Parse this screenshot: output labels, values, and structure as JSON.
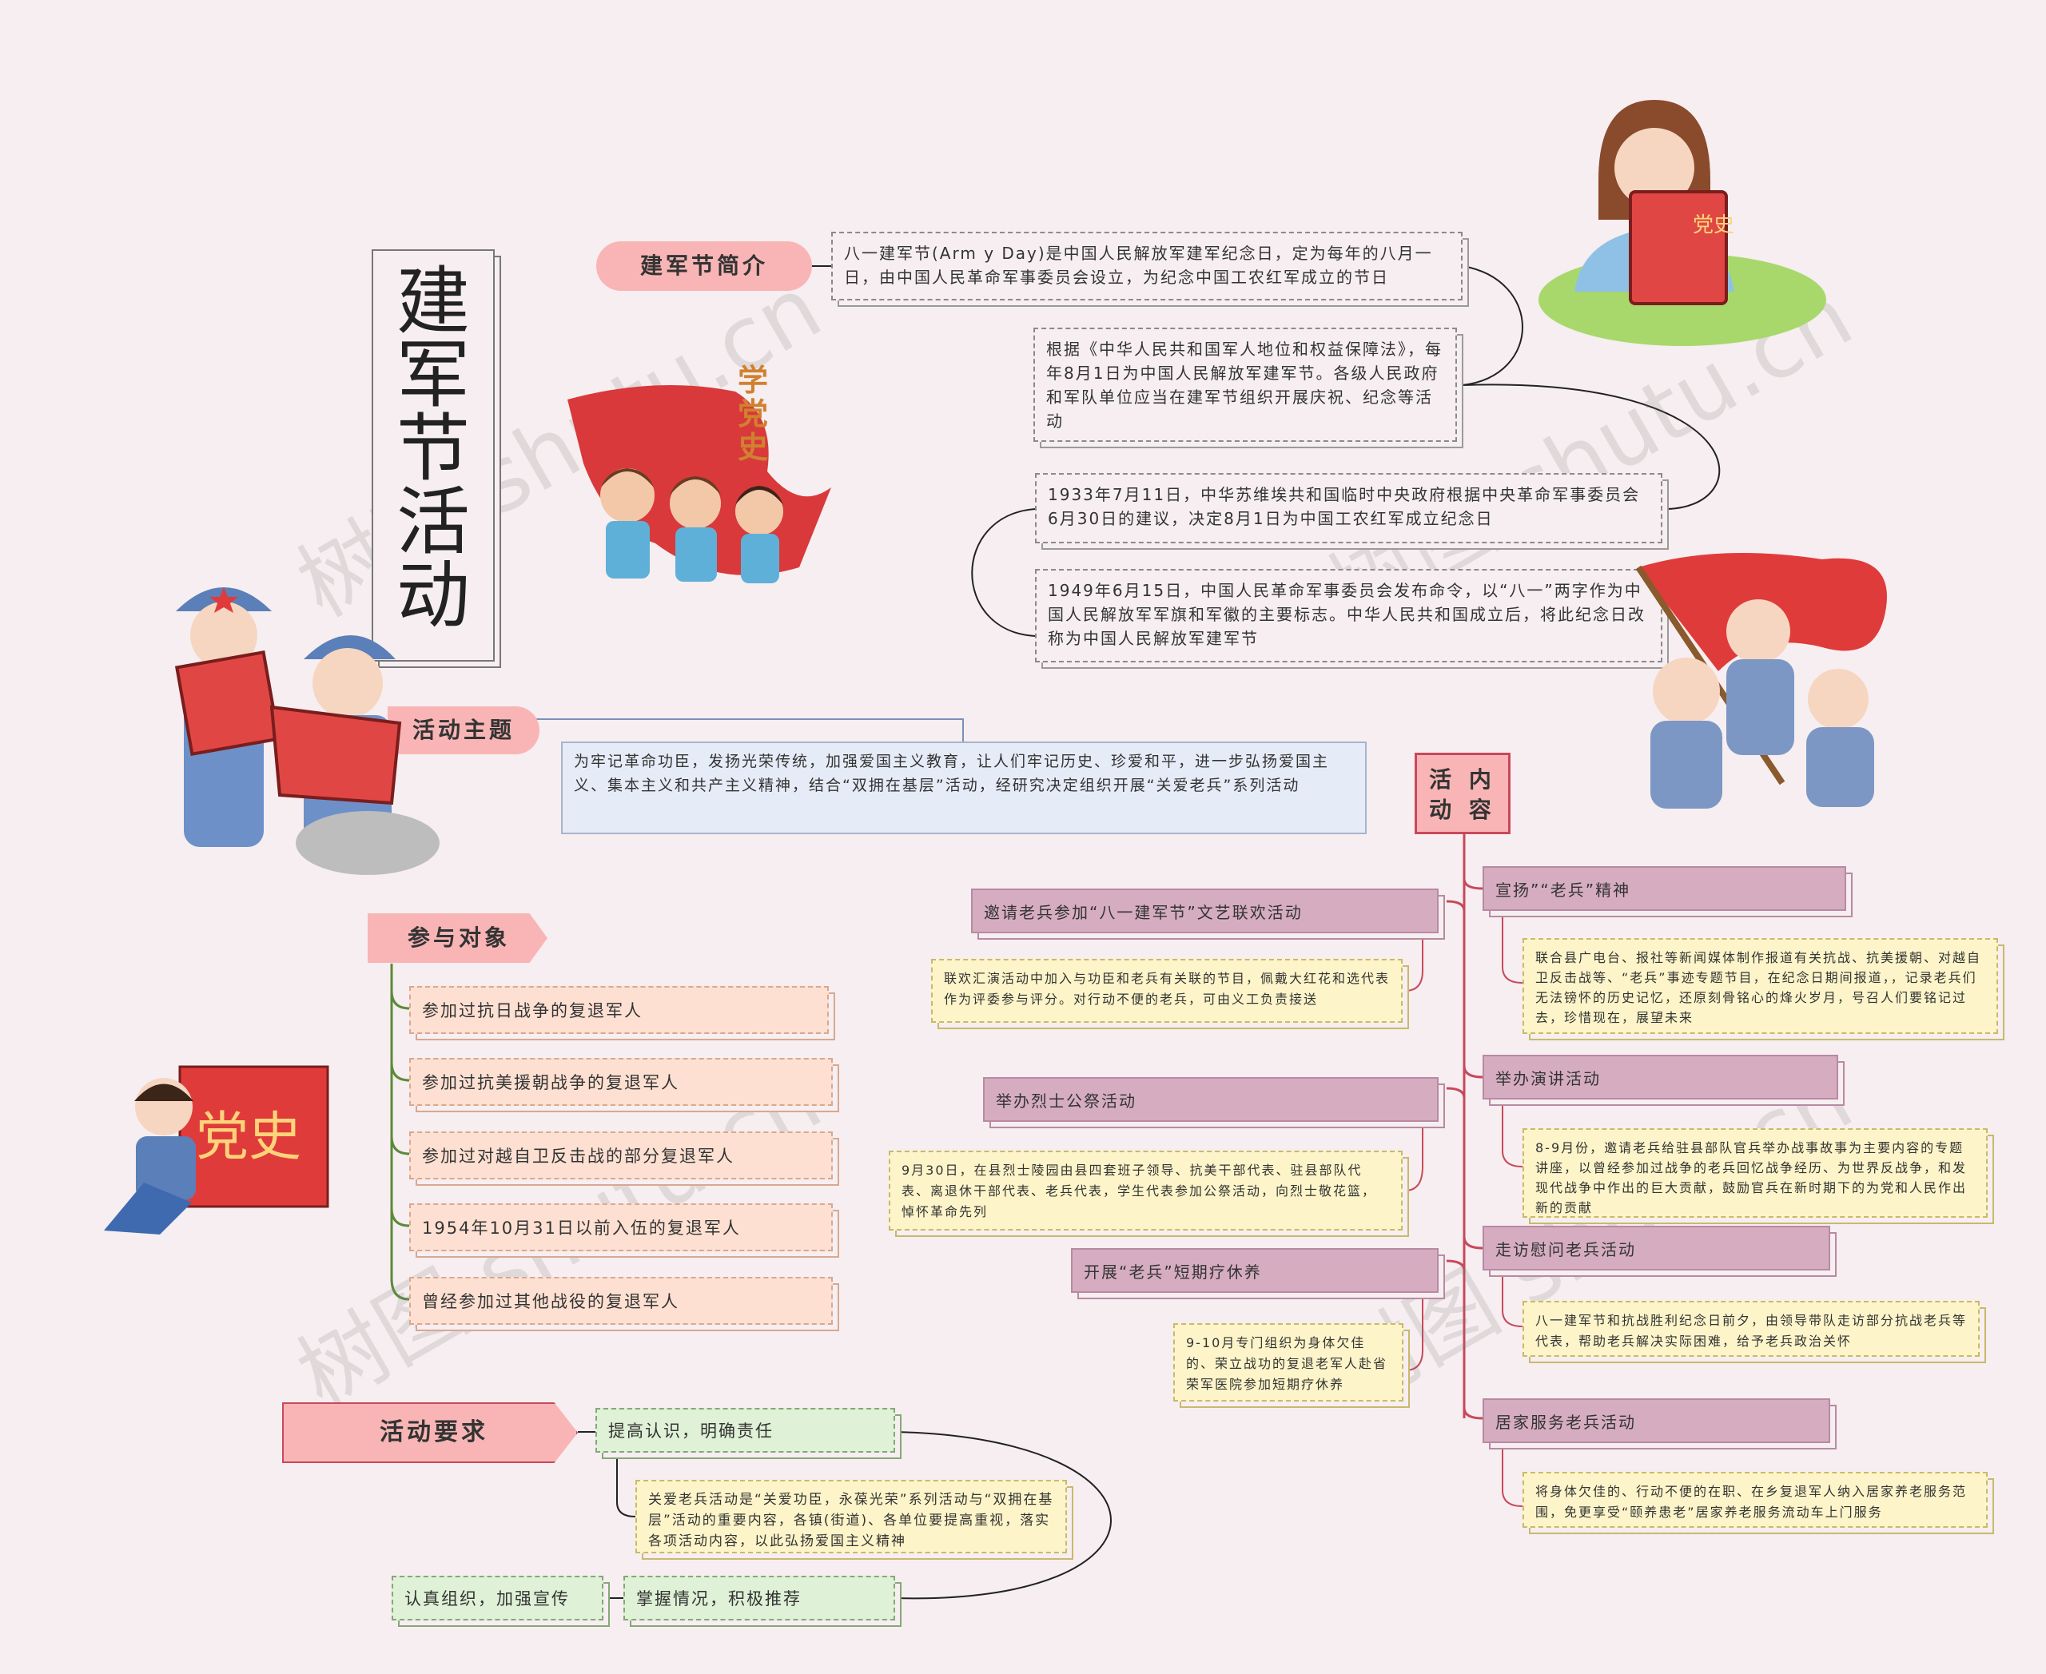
{
  "title": "建军节活动",
  "intro": {
    "label": "建军节简介",
    "items": [
      "八一建军节(Arm y Day)是中国人民解放军建军纪念日，定为每年的八月一日，由中国人民革命军事委员会设立，为纪念中国工农红军成立的节日",
      "根据《中华人民共和国军人地位和权益保障法》，每年8月1日为中国人民解放军建军节。各级人民政府和军队单位应当在建军节组织开展庆祝、纪念等活动",
      "1933年7月11日，中华苏维埃共和国临时中央政府根据中央革命军事委员会6月30日的建议，决定8月1日为中国工农红军成立纪念日",
      "1949年6月15日，中国人民革命军事委员会发布命令，以“八一”两字作为中国人民解放军军旗和军徽的主要标志。中华人民共和国成立后，将此纪念日改称为中国人民解放军建军节"
    ]
  },
  "theme": {
    "label": "活动主题",
    "text": "为牢记革命功臣，发扬光荣传统，加强爱国主义教育，让人们牢记历史、珍爱和平，进一步弘扬爱国主义、集本主义和共产主义精神，结合“双拥在基层”活动，经研究决定组织开展“关爱老兵”系列活动"
  },
  "participants": {
    "label": "参与对象",
    "items": [
      "参加过抗日战争的复退军人",
      "参加过抗美援朝战争的复退军人",
      "参加过对越自卫反击战的部分复退军人",
      "1954年10月31日以前入伍的复退军人",
      "曾经参加过其他战役的复退军人"
    ]
  },
  "requirements": {
    "label": "活动要求",
    "items": [
      {
        "label": "提高认识，明确责任",
        "detail": "关爱老兵活动是“关爱功臣，永葆光荣”系列活动与“双拥在基层”活动的重要内容，各镇(街道)、各单位要提高重视，落实各项活动内容，以此弘扬爱国主义精神"
      },
      {
        "label": "认真组织，加强宣传"
      },
      {
        "label": "掌握情况，积极推荐"
      }
    ]
  },
  "content": {
    "label": "活动内容",
    "label_lines": [
      "活 内",
      "动 容"
    ],
    "left": [
      {
        "label": "邀请老兵参加“八一建军节”文艺联欢活动",
        "detail": "联欢汇演活动中加入与功臣和老兵有关联的节目，佩戴大红花和选代表作为评委参与评分。对行动不便的老兵，可由义工负责接送"
      },
      {
        "label": "举办烈士公祭活动",
        "detail": "9月30日，在县烈士陵园由县四套班子领导、抗美干部代表、驻县部队代表、离退休干部代表、老兵代表，学生代表参加公祭活动，向烈士敬花篮，悼怀革命先列"
      },
      {
        "label": "开展“老兵”短期疗休养",
        "detail": "9-10月专门组织为身体欠佳的、荣立战功的复退老军人赴省荣军医院参加短期疗休养"
      }
    ],
    "right": [
      {
        "label": "宣扬”“老兵”精神",
        "detail": "联合县广电台、报社等新闻媒体制作报道有关抗战、抗美援朝、对越自卫反击战等、“老兵”事迹专题节目，在纪念日期间报道，，记录老兵们无法镑怀的历史记忆，还原刻骨铭心的烽火岁月，号召人们要铭记过去，珍惜现在，展望未来"
      },
      {
        "label": "举办演讲活动",
        "detail": "8-9月份，邀请老兵给驻县部队官兵举办战事故事为主要内容的专题讲座，以曾经参加过战争的老兵回忆战争经历、为世界反战争，和发现代战争中作出的巨大贡献，鼓励官兵在新时期下的为党和人民作出新的贡献"
      },
      {
        "label": "走访慰问老兵活动",
        "detail": "八一建军节和抗战胜利纪念日前夕，由领导带队走访部分抗战老兵等代表，帮助老兵解决实际困难，给予老兵政治关怀"
      },
      {
        "label": "居家服务老兵活动",
        "detail": "将身体欠佳的、行动不便的在职、在乡复退军人纳入居家养老服务范围，免更享受“颐养患老”居家养老服务流动车上门服务"
      }
    ]
  },
  "illustrations": {
    "flag_text": [
      "学",
      "党",
      "史"
    ],
    "book_text": "党史",
    "board_text": "党史"
  },
  "watermark": "树图 shutu.cn",
  "colors": {
    "accent": "#f9b5b5",
    "line_red": "#c9485b",
    "line_green": "#5c8a3a",
    "mauve": "#d6adc0",
    "yellow": "#fdf5c9"
  }
}
